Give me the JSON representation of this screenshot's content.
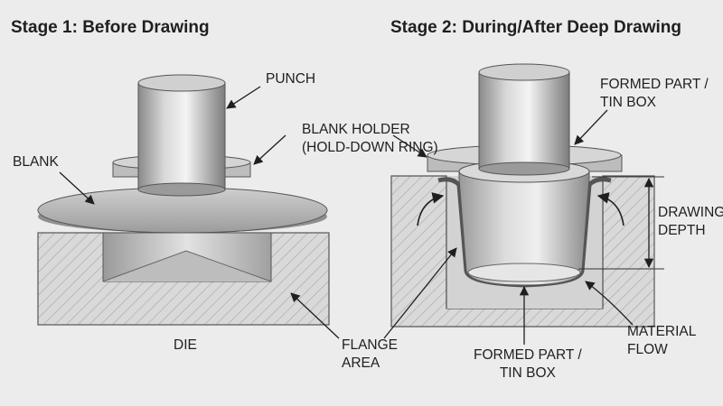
{
  "titles": {
    "stage1": "Stage 1: Before Drawing",
    "stage2": "Stage 2: During/After Deep Drawing"
  },
  "stage1": {
    "punch": "PUNCH",
    "blank_holder": [
      "BLANK HOLDER",
      "(HOLD-DOWN RING)"
    ],
    "blank": "BLANK",
    "die": "DIE",
    "flange_area": [
      "FLANGE",
      "AREA"
    ]
  },
  "stage2": {
    "formed_part_top": [
      "FORMED PART /",
      "TIN BOX"
    ],
    "drawing_depth": [
      "DRAWING",
      "DEPTH"
    ],
    "material_flow": [
      "MATERIAL",
      "FLOW"
    ],
    "formed_part_bottom": [
      "FORMED PART /",
      "TIN BOX"
    ]
  }
}
